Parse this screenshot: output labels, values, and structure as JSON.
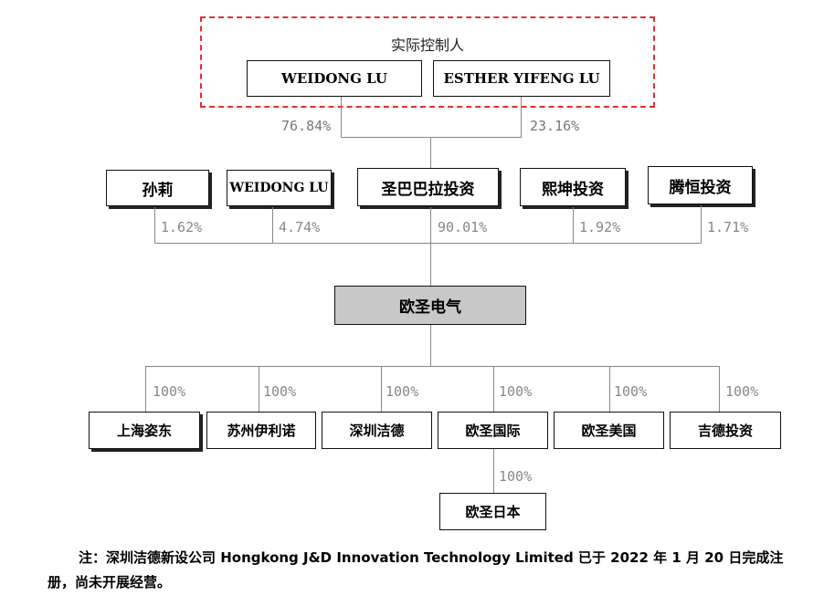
{
  "controller": {
    "title": "实际控制人",
    "persons": [
      {
        "name": "WEIDONG LU",
        "share": "76.84%"
      },
      {
        "name": "ESTHER YIFENG LU",
        "share": "23.16%"
      }
    ]
  },
  "shareholders": [
    {
      "name": "孙莉",
      "share": "1.62%"
    },
    {
      "name": "WEIDONG LU",
      "share": "4.74%"
    },
    {
      "name": "圣巴巴拉投资",
      "share": "90.01%"
    },
    {
      "name": "熙坤投资",
      "share": "1.92%"
    },
    {
      "name": "腾恒投资",
      "share": "1.71%"
    }
  ],
  "company": {
    "name": "欧圣电气"
  },
  "subsidiaries": [
    {
      "name": "上海姿东",
      "share": "100%"
    },
    {
      "name": "苏州伊利诺",
      "share": "100%"
    },
    {
      "name": "深圳洁德",
      "share": "100%"
    },
    {
      "name": "欧圣国际",
      "share": "100%"
    },
    {
      "name": "欧圣美国",
      "share": "100%"
    },
    {
      "name": "吉德投资",
      "share": "100%"
    }
  ],
  "sub_subsidiary": {
    "name": "欧圣日本",
    "share": "100%"
  },
  "note": "注：深圳洁德新设公司 Hongkong J&D Innovation Technology Limited 已于 2022 年 1 月 20 日完成注册，尚未开展经营。"
}
